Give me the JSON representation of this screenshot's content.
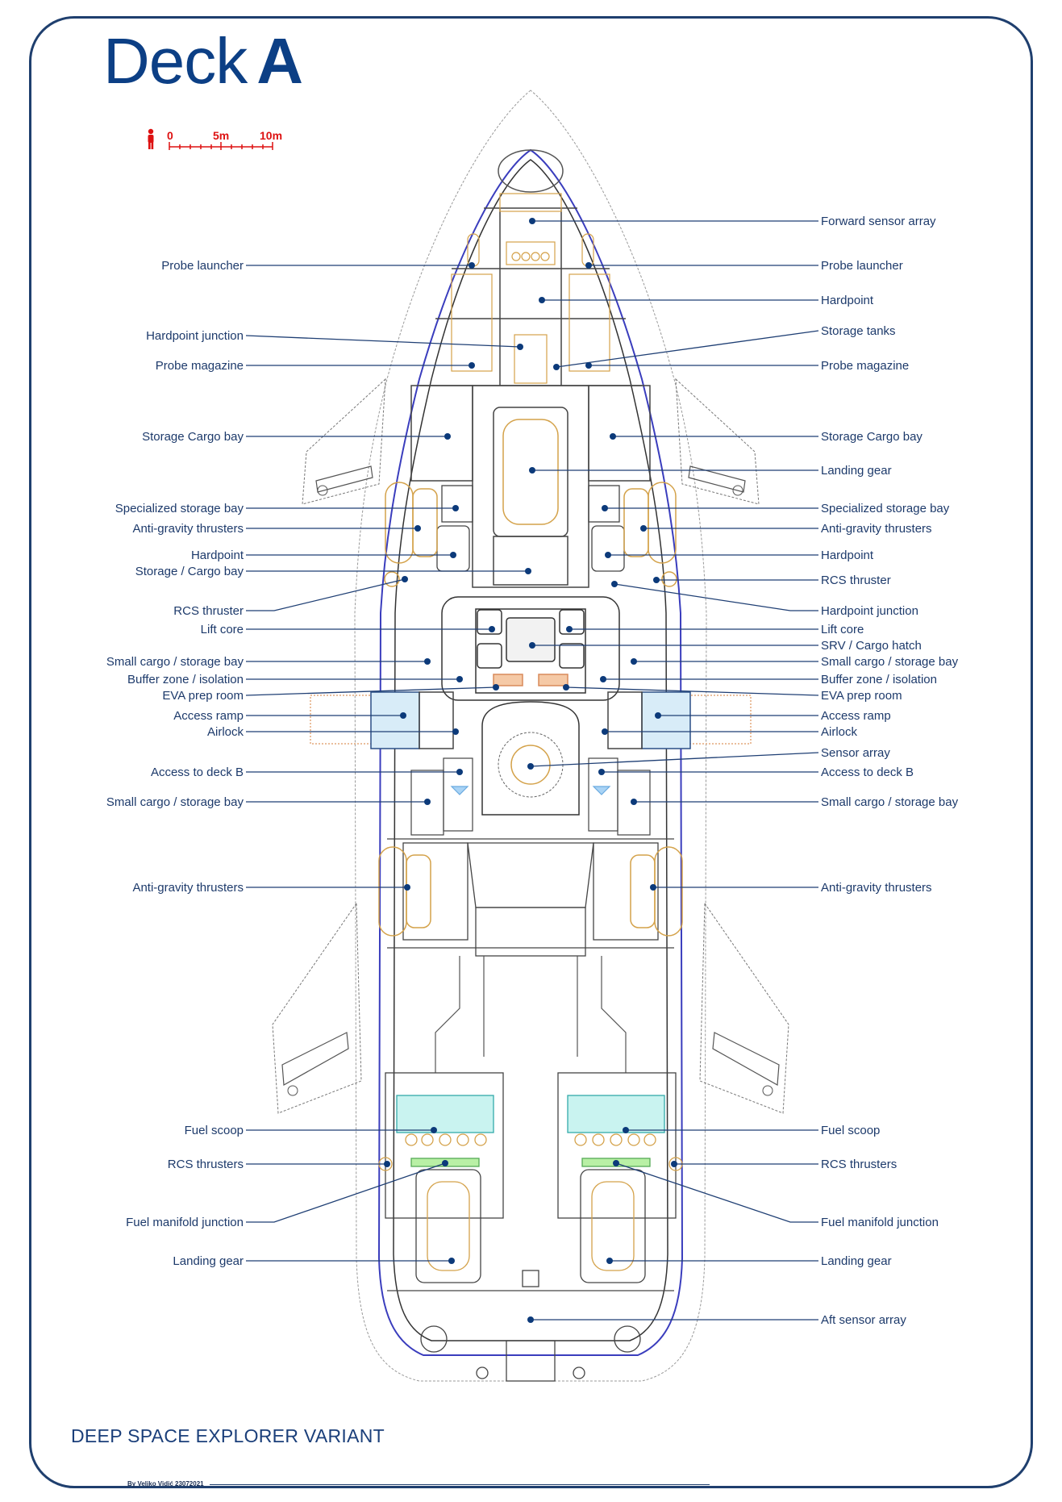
{
  "title": {
    "main": "Deck",
    "letter": "A"
  },
  "scale": {
    "marks": [
      "0",
      "5m",
      "10m"
    ]
  },
  "labels_left": [
    {
      "id": "probe-launcher-l",
      "text": "Probe launcher"
    },
    {
      "id": "hardpoint-junction-l",
      "text": "Hardpoint junction"
    },
    {
      "id": "probe-magazine-l",
      "text": "Probe magazine"
    },
    {
      "id": "storage-cargo-bay-l",
      "text": "Storage Cargo bay"
    },
    {
      "id": "specialized-storage-bay-l",
      "text": "Specialized storage bay"
    },
    {
      "id": "anti-gravity-thrusters-l1",
      "text": "Anti-gravity thrusters"
    },
    {
      "id": "hardpoint-l",
      "text": "Hardpoint"
    },
    {
      "id": "storage-cargo-bay-2-l",
      "text": "Storage / Cargo bay"
    },
    {
      "id": "rcs-thruster-l",
      "text": "RCS thruster"
    },
    {
      "id": "lift-core-l",
      "text": "Lift core"
    },
    {
      "id": "small-cargo-storage-bay-l1",
      "text": "Small cargo / storage bay"
    },
    {
      "id": "buffer-zone-l",
      "text": "Buffer zone / isolation"
    },
    {
      "id": "eva-prep-room-l",
      "text": "EVA prep room"
    },
    {
      "id": "access-ramp-l",
      "text": "Access ramp"
    },
    {
      "id": "airlock-l",
      "text": "Airlock"
    },
    {
      "id": "access-to-deck-b-l",
      "text": "Access to deck B"
    },
    {
      "id": "small-cargo-storage-bay-l2",
      "text": "Small cargo / storage bay"
    },
    {
      "id": "anti-gravity-thrusters-l2",
      "text": "Anti-gravity thrusters"
    },
    {
      "id": "fuel-scoop-l",
      "text": "Fuel scoop"
    },
    {
      "id": "rcs-thrusters-l",
      "text": "RCS thrusters"
    },
    {
      "id": "fuel-manifold-junction-l",
      "text": "Fuel manifold junction"
    },
    {
      "id": "landing-gear-l",
      "text": "Landing gear"
    }
  ],
  "labels_right": [
    {
      "id": "forward-sensor-array-r",
      "text": "Forward sensor array"
    },
    {
      "id": "probe-launcher-r",
      "text": "Probe launcher"
    },
    {
      "id": "hardpoint-r1",
      "text": "Hardpoint"
    },
    {
      "id": "storage-tanks-r",
      "text": "Storage tanks"
    },
    {
      "id": "probe-magazine-r",
      "text": "Probe magazine"
    },
    {
      "id": "storage-cargo-bay-r",
      "text": "Storage Cargo bay"
    },
    {
      "id": "landing-gear-r1",
      "text": "Landing gear"
    },
    {
      "id": "specialized-storage-bay-r",
      "text": "Specialized storage bay"
    },
    {
      "id": "anti-gravity-thrusters-r1",
      "text": "Anti-gravity thrusters"
    },
    {
      "id": "hardpoint-r2",
      "text": "Hardpoint"
    },
    {
      "id": "rcs-thruster-r",
      "text": "RCS thruster"
    },
    {
      "id": "hardpoint-junction-r",
      "text": "Hardpoint junction"
    },
    {
      "id": "lift-core-r",
      "text": "Lift core"
    },
    {
      "id": "srv-cargo-hatch-r",
      "text": "SRV / Cargo hatch"
    },
    {
      "id": "small-cargo-storage-bay-r1",
      "text": "Small cargo / storage bay"
    },
    {
      "id": "buffer-zone-r",
      "text": "Buffer zone / isolation"
    },
    {
      "id": "eva-prep-room-r",
      "text": "EVA prep room"
    },
    {
      "id": "access-ramp-r",
      "text": "Access ramp"
    },
    {
      "id": "airlock-r",
      "text": "Airlock"
    },
    {
      "id": "sensor-array-r",
      "text": "Sensor array"
    },
    {
      "id": "access-to-deck-b-r",
      "text": "Access to deck B"
    },
    {
      "id": "small-cargo-storage-bay-r2",
      "text": "Small cargo / storage bay"
    },
    {
      "id": "anti-gravity-thrusters-r2",
      "text": "Anti-gravity thrusters"
    },
    {
      "id": "fuel-scoop-r",
      "text": "Fuel scoop"
    },
    {
      "id": "rcs-thrusters-r",
      "text": "RCS thrusters"
    },
    {
      "id": "fuel-manifold-junction-r",
      "text": "Fuel manifold junction"
    },
    {
      "id": "landing-gear-r2",
      "text": "Landing gear"
    },
    {
      "id": "aft-sensor-array-r",
      "text": "Aft sensor array"
    }
  ],
  "footer": {
    "subtitle": "DEEP SPACE EXPLORER VARIANT",
    "credit": "By Veljko Vidić 23072021"
  },
  "colors": {
    "frame": "#1f3f6e",
    "title": "#0c3f85",
    "hull_outline": "#3a3dbd",
    "structure": "#4a4a4a",
    "systems": "#d4a24a",
    "fuel_tanks": "#c9f3f0",
    "leader_dot": "#0c3a7a",
    "scale": "#dd1111"
  }
}
